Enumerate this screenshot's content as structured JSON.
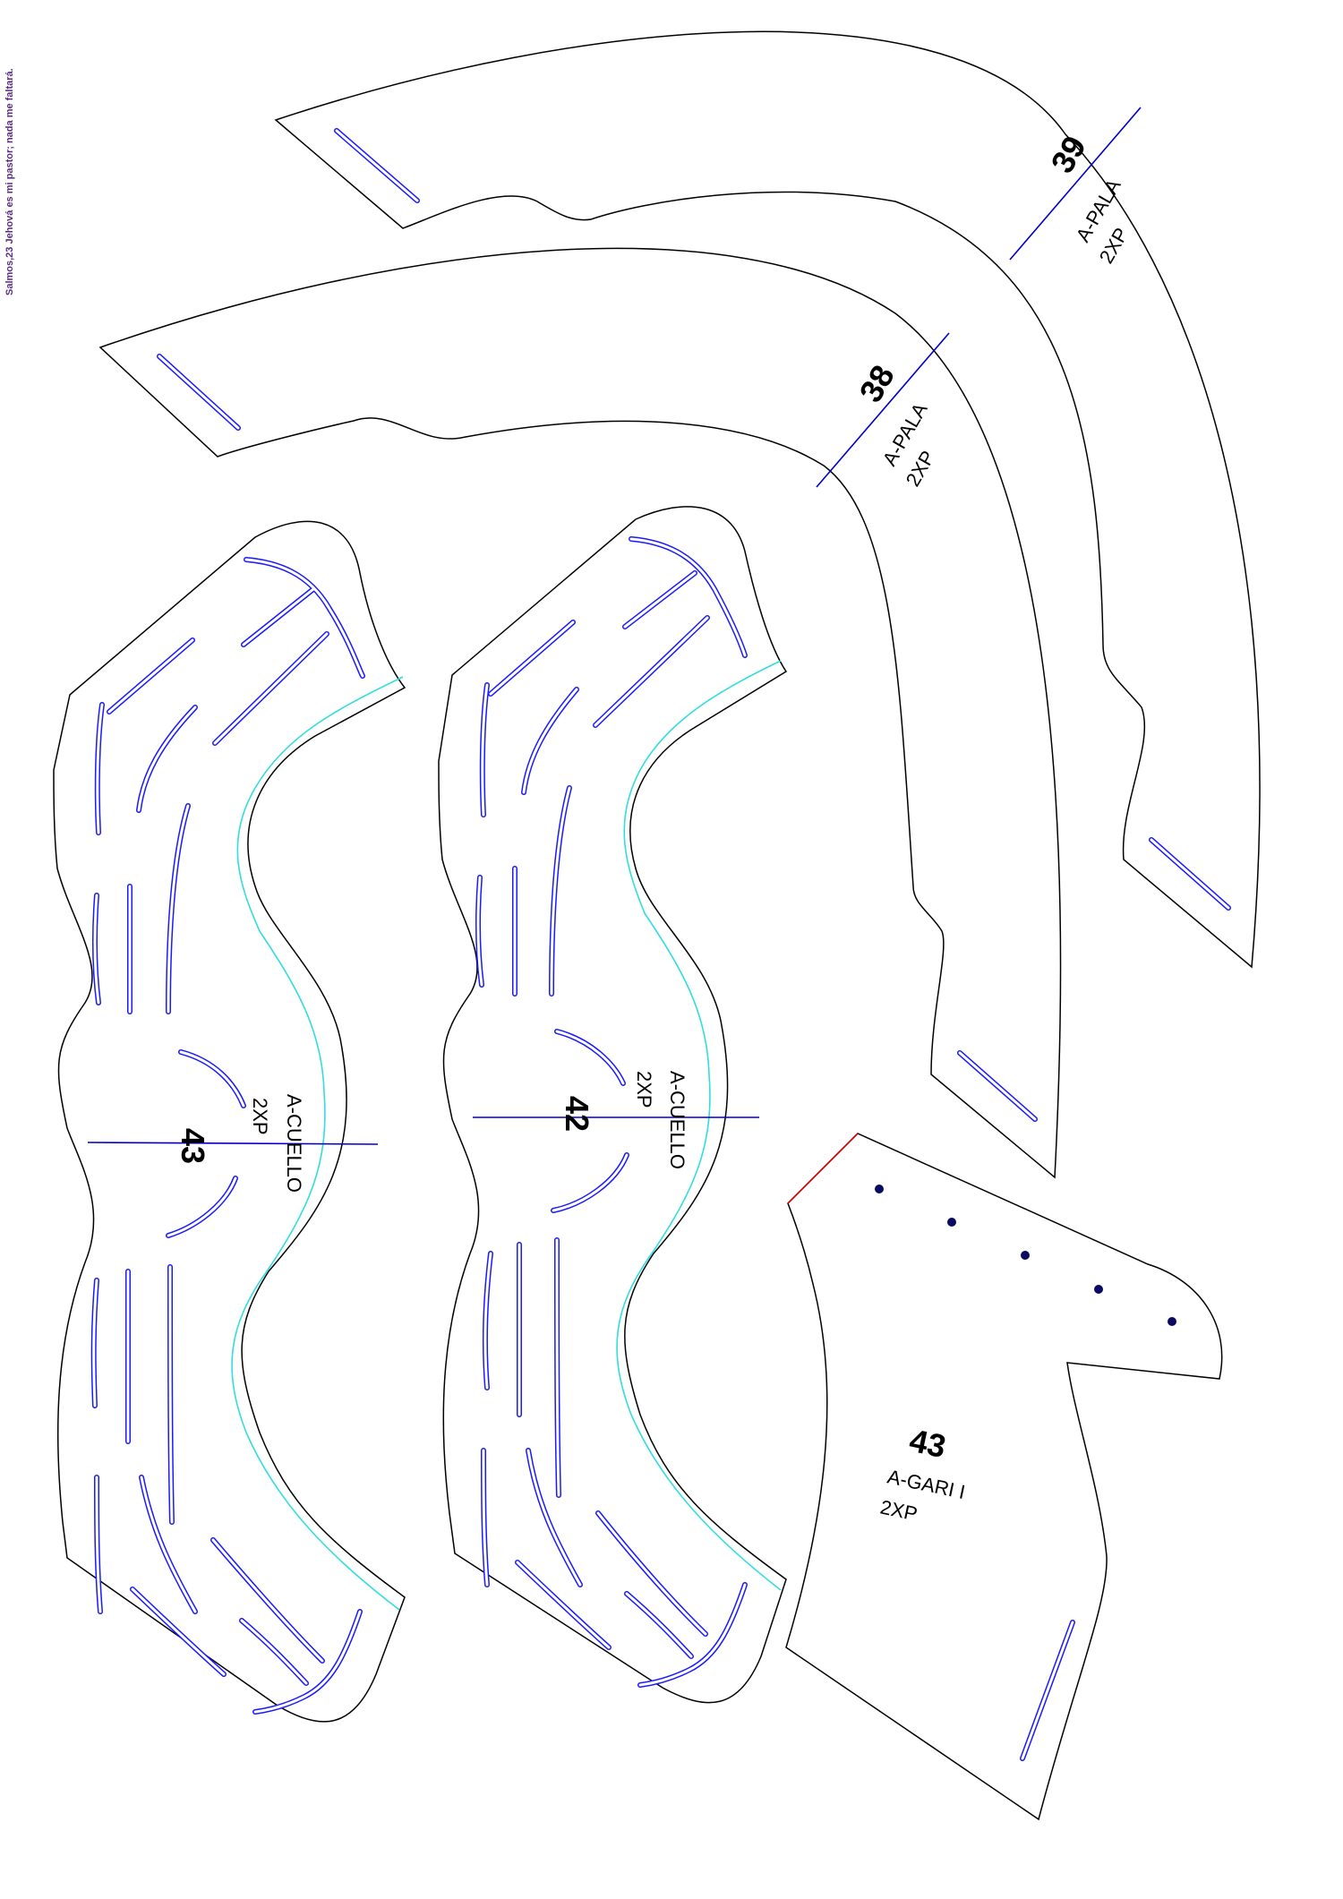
{
  "sheet": {
    "side_note": "Salmos,23 Jehová es mi pastor; nada me faltará.",
    "colors": {
      "outline": "#000000",
      "guide_slot": "#1a1aff",
      "seam_allowance": "#33dddd",
      "axis_line": "#0000cc",
      "edge_mark": "#dd0000",
      "dot": "#0a0a60"
    }
  },
  "pieces": [
    {
      "id": "piece-39",
      "number": "39",
      "name": "A-PALA",
      "quantity": "2XP"
    },
    {
      "id": "piece-38",
      "number": "38",
      "name": "A-PALA",
      "quantity": "2XP"
    },
    {
      "id": "piece-43-cuello",
      "number": "43",
      "name": "A-CUELLO",
      "quantity": "2XP"
    },
    {
      "id": "piece-42",
      "number": "42",
      "name": "A-CUELLO",
      "quantity": "2XP"
    },
    {
      "id": "piece-43-gari",
      "number": "43",
      "name": "A-GARI I",
      "quantity": "2XP"
    }
  ]
}
